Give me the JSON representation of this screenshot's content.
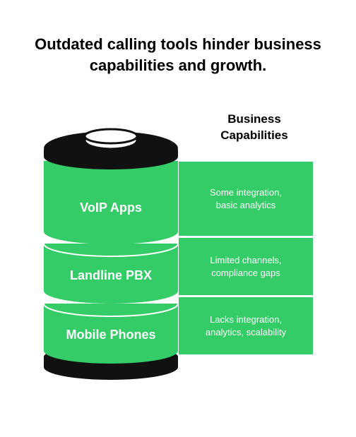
{
  "title": {
    "line1": "Outdated calling tools hinder business",
    "line2": "capabilities and growth."
  },
  "capabilities_header": {
    "line1": "Business",
    "line2": "Capabilities"
  },
  "layers": [
    {
      "label": "VoIP Apps",
      "capability_line1": "Some integration,",
      "capability_line2": "basic analytics"
    },
    {
      "label": "Landline PBX",
      "capability_line1": "Limited channels,",
      "capability_line2": "compliance gaps"
    },
    {
      "label": "Mobile Phones",
      "capability_line1": "Lacks integration,",
      "capability_line2": "analytics, scalability"
    }
  ],
  "colors": {
    "green": "#33cc66",
    "dark": "#111111"
  }
}
